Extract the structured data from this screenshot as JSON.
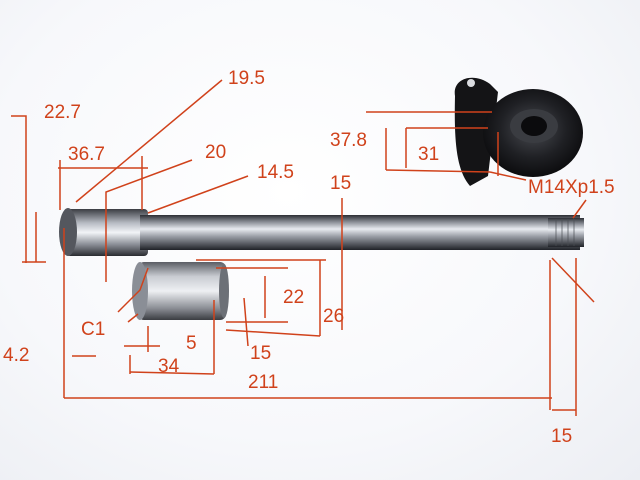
{
  "photo": {
    "subject": "steel shaft, bushing and cam nut with handwritten dimensions",
    "annotation_color": "#d0421b",
    "labels": {
      "d_19_5": "19.5",
      "d_22_7": "22.7",
      "d_36_7": "36.7",
      "d_20": "20",
      "d_14_5": "14.5",
      "d_15_top": "15",
      "d_37_8": "37.8",
      "d_31": "31",
      "thread": "M14Xp1.5",
      "d_22": "22",
      "d_26": "26",
      "chamfer": "C1",
      "d_5": "5",
      "d_15_mid": "15",
      "d_4_2": "4.2",
      "d_34": "34",
      "d_211": "211",
      "d_15_bottom": "15"
    }
  }
}
